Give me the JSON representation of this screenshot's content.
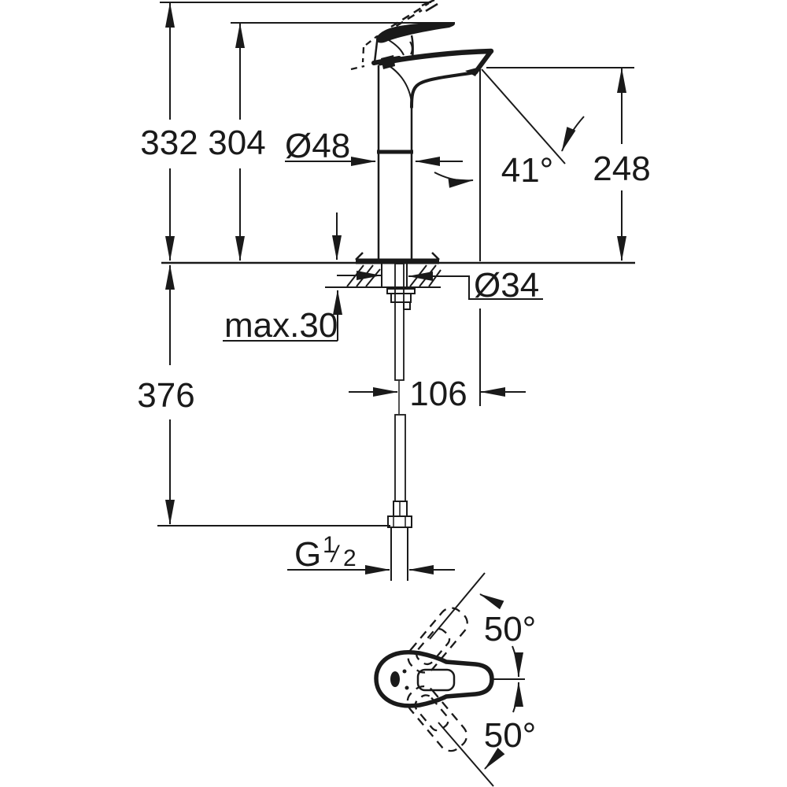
{
  "colors": {
    "background": "#ffffff",
    "ink": "#1a1a1a"
  },
  "dims": {
    "overall_height": "332",
    "lever_height": "304",
    "body_diameter": "Ø48",
    "spout_angle": "41°",
    "outlet_height": "248",
    "hole_diameter": "Ø34",
    "deck_thickness": "max.30",
    "supply_length": "376",
    "spout_reach": "106",
    "thread_g": "G",
    "thread_num": "1",
    "thread_slash": "/",
    "thread_den": "2",
    "swing_upper": "50°",
    "swing_lower": "50°"
  }
}
